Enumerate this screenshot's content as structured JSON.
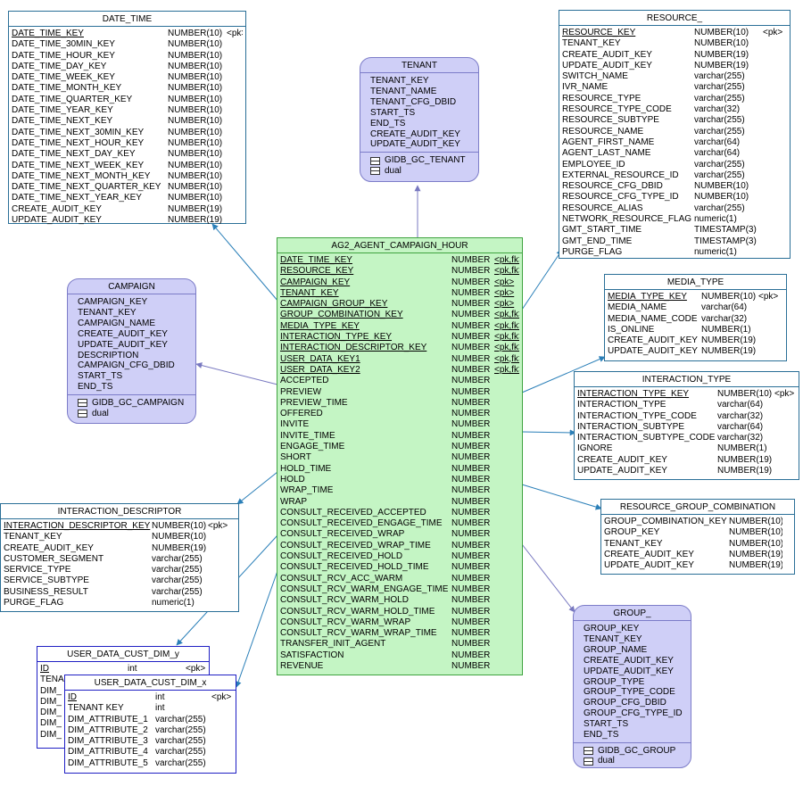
{
  "tables": {
    "date_time": {
      "title": "DATE_TIME",
      "columns": [
        {
          "name": "DATE_TIME_KEY",
          "type": "NUMBER(10)",
          "key": "<pk>"
        },
        {
          "name": "DATE_TIME_30MIN_KEY",
          "type": "NUMBER(10)",
          "key": ""
        },
        {
          "name": "DATE_TIME_HOUR_KEY",
          "type": "NUMBER(10)",
          "key": ""
        },
        {
          "name": "DATE_TIME_DAY_KEY",
          "type": "NUMBER(10)",
          "key": ""
        },
        {
          "name": "DATE_TIME_WEEK_KEY",
          "type": "NUMBER(10)",
          "key": ""
        },
        {
          "name": "DATE_TIME_MONTH_KEY",
          "type": "NUMBER(10)",
          "key": ""
        },
        {
          "name": "DATE_TIME_QUARTER_KEY",
          "type": "NUMBER(10)",
          "key": ""
        },
        {
          "name": "DATE_TIME_YEAR_KEY",
          "type": "NUMBER(10)",
          "key": ""
        },
        {
          "name": "DATE_TIME_NEXT_KEY",
          "type": "NUMBER(10)",
          "key": ""
        },
        {
          "name": "DATE_TIME_NEXT_30MIN_KEY",
          "type": "NUMBER(10)",
          "key": ""
        },
        {
          "name": "DATE_TIME_NEXT_HOUR_KEY",
          "type": "NUMBER(10)",
          "key": ""
        },
        {
          "name": "DATE_TIME_NEXT_DAY_KEY",
          "type": "NUMBER(10)",
          "key": ""
        },
        {
          "name": "DATE_TIME_NEXT_WEEK_KEY",
          "type": "NUMBER(10)",
          "key": ""
        },
        {
          "name": "DATE_TIME_NEXT_MONTH_KEY",
          "type": "NUMBER(10)",
          "key": ""
        },
        {
          "name": "DATE_TIME_NEXT_QUARTER_KEY",
          "type": "NUMBER(10)",
          "key": ""
        },
        {
          "name": "DATE_TIME_NEXT_YEAR_KEY",
          "type": "NUMBER(10)",
          "key": ""
        },
        {
          "name": "CREATE_AUDIT_KEY",
          "type": "NUMBER(19)",
          "key": ""
        },
        {
          "name": "UPDATE_AUDIT_KEY",
          "type": "NUMBER(19)",
          "key": ""
        }
      ]
    },
    "resource": {
      "title": "RESOURCE_",
      "columns": [
        {
          "name": "RESOURCE_KEY",
          "type": "NUMBER(10)",
          "key": "<pk>"
        },
        {
          "name": "TENANT_KEY",
          "type": "NUMBER(10)",
          "key": ""
        },
        {
          "name": "CREATE_AUDIT_KEY",
          "type": "NUMBER(19)",
          "key": ""
        },
        {
          "name": "UPDATE_AUDIT_KEY",
          "type": "NUMBER(19)",
          "key": ""
        },
        {
          "name": "SWITCH_NAME",
          "type": "varchar(255)",
          "key": ""
        },
        {
          "name": "IVR_NAME",
          "type": "varchar(255)",
          "key": ""
        },
        {
          "name": "RESOURCE_TYPE",
          "type": "varchar(255)",
          "key": ""
        },
        {
          "name": "RESOURCE_TYPE_CODE",
          "type": "varchar(32)",
          "key": ""
        },
        {
          "name": "RESOURCE_SUBTYPE",
          "type": "varchar(255)",
          "key": ""
        },
        {
          "name": "RESOURCE_NAME",
          "type": "varchar(255)",
          "key": ""
        },
        {
          "name": "AGENT_FIRST_NAME",
          "type": "varchar(64)",
          "key": ""
        },
        {
          "name": "AGENT_LAST_NAME",
          "type": "varchar(64)",
          "key": ""
        },
        {
          "name": "EMPLOYEE_ID",
          "type": "varchar(255)",
          "key": ""
        },
        {
          "name": "EXTERNAL_RESOURCE_ID",
          "type": "varchar(255)",
          "key": ""
        },
        {
          "name": "RESOURCE_CFG_DBID",
          "type": "NUMBER(10)",
          "key": ""
        },
        {
          "name": "RESOURCE_CFG_TYPE_ID",
          "type": "NUMBER(10)",
          "key": ""
        },
        {
          "name": "RESOURCE_ALIAS",
          "type": "varchar(255)",
          "key": ""
        },
        {
          "name": "NETWORK_RESOURCE_FLAG",
          "type": "numeric(1)",
          "key": ""
        },
        {
          "name": "GMT_START_TIME",
          "type": "TIMESTAMP(3)",
          "key": ""
        },
        {
          "name": "GMT_END_TIME",
          "type": "TIMESTAMP(3)",
          "key": ""
        },
        {
          "name": "PURGE_FLAG",
          "type": "numeric(1)",
          "key": ""
        }
      ]
    },
    "fact": {
      "title": "AG2_AGENT_CAMPAIGN_HOUR",
      "columns": [
        {
          "name": "DATE_TIME_KEY",
          "type": "NUMBER",
          "key": "<pk,fk>"
        },
        {
          "name": "RESOURCE_KEY",
          "type": "NUMBER",
          "key": "<pk,fk>"
        },
        {
          "name": "CAMPAIGN_KEY",
          "type": "NUMBER",
          "key": "<pk>"
        },
        {
          "name": "TENANT_KEY",
          "type": "NUMBER",
          "key": "<pk>"
        },
        {
          "name": "CAMPAIGN_GROUP_KEY",
          "type": "NUMBER",
          "key": "<pk>"
        },
        {
          "name": "GROUP_COMBINATION_KEY",
          "type": "NUMBER",
          "key": "<pk,fk>"
        },
        {
          "name": "MEDIA_TYPE_KEY",
          "type": "NUMBER",
          "key": "<pk,fk>"
        },
        {
          "name": "INTERACTION_TYPE_KEY",
          "type": "NUMBER",
          "key": "<pk,fk>"
        },
        {
          "name": "INTERACTION_DESCRIPTOR_KEY",
          "type": "NUMBER",
          "key": "<pk,fk>"
        },
        {
          "name": "USER_DATA_KEY1",
          "type": "NUMBER",
          "key": "<pk,fk>"
        },
        {
          "name": "USER_DATA_KEY2",
          "type": "NUMBER",
          "key": "<pk,fk>"
        },
        {
          "name": "ACCEPTED",
          "type": "NUMBER",
          "key": ""
        },
        {
          "name": "PREVIEW",
          "type": "NUMBER",
          "key": ""
        },
        {
          "name": "PREVIEW_TIME",
          "type": "NUMBER",
          "key": ""
        },
        {
          "name": "OFFERED",
          "type": "NUMBER",
          "key": ""
        },
        {
          "name": "INVITE",
          "type": "NUMBER",
          "key": ""
        },
        {
          "name": "INVITE_TIME",
          "type": "NUMBER",
          "key": ""
        },
        {
          "name": "ENGAGE_TIME",
          "type": "NUMBER",
          "key": ""
        },
        {
          "name": "SHORT",
          "type": "NUMBER",
          "key": ""
        },
        {
          "name": "HOLD_TIME",
          "type": "NUMBER",
          "key": ""
        },
        {
          "name": "HOLD",
          "type": "NUMBER",
          "key": ""
        },
        {
          "name": "WRAP_TIME",
          "type": "NUMBER",
          "key": ""
        },
        {
          "name": "WRAP",
          "type": "NUMBER",
          "key": ""
        },
        {
          "name": "CONSULT_RECEIVED_ACCEPTED",
          "type": "NUMBER",
          "key": ""
        },
        {
          "name": "CONSULT_RECEIVED_ENGAGE_TIME",
          "type": "NUMBER",
          "key": ""
        },
        {
          "name": "CONSULT_RECEIVED_WRAP",
          "type": "NUMBER",
          "key": ""
        },
        {
          "name": "CONSULT_RECEIVED_WRAP_TIME",
          "type": "NUMBER",
          "key": ""
        },
        {
          "name": "CONSULT_RECEIVED_HOLD",
          "type": "NUMBER",
          "key": ""
        },
        {
          "name": "CONSULT_RECEIVED_HOLD_TIME",
          "type": "NUMBER",
          "key": ""
        },
        {
          "name": "CONSULT_RCV_ACC_WARM",
          "type": "NUMBER",
          "key": ""
        },
        {
          "name": "CONSULT_RCV_WARM_ENGAGE_TIME",
          "type": "NUMBER",
          "key": ""
        },
        {
          "name": "CONSULT_RCV_WARM_HOLD",
          "type": "NUMBER",
          "key": ""
        },
        {
          "name": "CONSULT_RCV_WARM_HOLD_TIME",
          "type": "NUMBER",
          "key": ""
        },
        {
          "name": "CONSULT_RCV_WARM_WRAP",
          "type": "NUMBER",
          "key": ""
        },
        {
          "name": "CONSULT_RCV_WARM_WRAP_TIME",
          "type": "NUMBER",
          "key": ""
        },
        {
          "name": "TRANSFER_INIT_AGENT",
          "type": "NUMBER",
          "key": ""
        },
        {
          "name": "SATISFACTION",
          "type": "NUMBER",
          "key": ""
        },
        {
          "name": "REVENUE",
          "type": "NUMBER",
          "key": ""
        }
      ]
    },
    "media_type": {
      "title": "MEDIA_TYPE",
      "columns": [
        {
          "name": "MEDIA_TYPE_KEY",
          "type": "NUMBER(10)",
          "key": "<pk>"
        },
        {
          "name": "MEDIA_NAME",
          "type": "varchar(64)",
          "key": ""
        },
        {
          "name": "MEDIA_NAME_CODE",
          "type": "varchar(32)",
          "key": ""
        },
        {
          "name": "IS_ONLINE",
          "type": "NUMBER(1)",
          "key": ""
        },
        {
          "name": "CREATE_AUDIT_KEY",
          "type": "NUMBER(19)",
          "key": ""
        },
        {
          "name": "UPDATE_AUDIT_KEY",
          "type": "NUMBER(19)",
          "key": ""
        }
      ]
    },
    "interaction_type": {
      "title": "INTERACTION_TYPE",
      "columns": [
        {
          "name": "INTERACTION_TYPE_KEY",
          "type": "NUMBER(10)",
          "key": "<pk>"
        },
        {
          "name": "INTERACTION_TYPE",
          "type": "varchar(64)",
          "key": ""
        },
        {
          "name": "INTERACTION_TYPE_CODE",
          "type": "varchar(32)",
          "key": ""
        },
        {
          "name": "INTERACTION_SUBTYPE",
          "type": "varchar(64)",
          "key": ""
        },
        {
          "name": "INTERACTION_SUBTYPE_CODE",
          "type": "varchar(32)",
          "key": ""
        },
        {
          "name": "IGNORE",
          "type": "NUMBER(1)",
          "key": ""
        },
        {
          "name": "CREATE_AUDIT_KEY",
          "type": "NUMBER(19)",
          "key": ""
        },
        {
          "name": "UPDATE_AUDIT_KEY",
          "type": "NUMBER(19)",
          "key": ""
        }
      ]
    },
    "resource_group_combination": {
      "title": "RESOURCE_GROUP_COMBINATION",
      "columns": [
        {
          "name": "GROUP_COMBINATION_KEY",
          "type": "NUMBER(10)",
          "key": ""
        },
        {
          "name": "GROUP_KEY",
          "type": "NUMBER(10)",
          "key": ""
        },
        {
          "name": "TENANT_KEY",
          "type": "NUMBER(10)",
          "key": ""
        },
        {
          "name": "CREATE_AUDIT_KEY",
          "type": "NUMBER(19)",
          "key": ""
        },
        {
          "name": "UPDATE_AUDIT_KEY",
          "type": "NUMBER(19)",
          "key": ""
        }
      ]
    },
    "interaction_descriptor": {
      "title": "INTERACTION_DESCRIPTOR",
      "columns": [
        {
          "name": "INTERACTION_DESCRIPTOR_KEY",
          "type": "NUMBER(10)",
          "key": "<pk>"
        },
        {
          "name": "TENANT_KEY",
          "type": "NUMBER(10)",
          "key": ""
        },
        {
          "name": "CREATE_AUDIT_KEY",
          "type": "NUMBER(19)",
          "key": ""
        },
        {
          "name": "CUSTOMER_SEGMENT",
          "type": "varchar(255)",
          "key": ""
        },
        {
          "name": "SERVICE_TYPE",
          "type": "varchar(255)",
          "key": ""
        },
        {
          "name": "SERVICE_SUBTYPE",
          "type": "varchar(255)",
          "key": ""
        },
        {
          "name": "BUSINESS_RESULT",
          "type": "varchar(255)",
          "key": ""
        },
        {
          "name": "PURGE_FLAG",
          "type": "numeric(1)",
          "key": ""
        }
      ]
    },
    "user_data_y": {
      "title": "USER_DATA_CUST_DIM_y",
      "columns": [
        {
          "name": "ID",
          "type": "int",
          "key": "<pk>"
        },
        {
          "name": "TENA",
          "type": "",
          "key": ""
        },
        {
          "name": "DIM_",
          "type": "",
          "key": ""
        },
        {
          "name": "DIM_",
          "type": "",
          "key": ""
        },
        {
          "name": "DIM_",
          "type": "",
          "key": ""
        },
        {
          "name": "DIM_",
          "type": "",
          "key": ""
        },
        {
          "name": "DIM_",
          "type": "",
          "key": ""
        }
      ]
    },
    "user_data_x": {
      "title": "USER_DATA_CUST_DIM_x",
      "columns": [
        {
          "name": "ID",
          "type": "int",
          "key": "<pk>"
        },
        {
          "name": "TENANT KEY",
          "type": "int",
          "key": ""
        },
        {
          "name": "DIM_ATTRIBUTE_1",
          "type": "varchar(255)",
          "key": ""
        },
        {
          "name": "DIM_ATTRIBUTE_2",
          "type": "varchar(255)",
          "key": ""
        },
        {
          "name": "DIM_ATTRIBUTE_3",
          "type": "varchar(255)",
          "key": ""
        },
        {
          "name": "DIM_ATTRIBUTE_4",
          "type": "varchar(255)",
          "key": ""
        },
        {
          "name": "DIM_ATTRIBUTE_5",
          "type": "varchar(255)",
          "key": ""
        }
      ]
    }
  },
  "views": {
    "tenant": {
      "title": "TENANT",
      "columns": [
        "TENANT_KEY",
        "TENANT_NAME",
        "TENANT_CFG_DBID",
        "START_TS",
        "END_TS",
        "CREATE_AUDIT_KEY",
        "UPDATE_AUDIT_KEY"
      ],
      "sources": [
        "GIDB_GC_TENANT",
        "dual"
      ]
    },
    "campaign": {
      "title": "CAMPAIGN",
      "columns": [
        "CAMPAIGN_KEY",
        "TENANT_KEY",
        "CAMPAIGN_NAME",
        "CREATE_AUDIT_KEY",
        "UPDATE_AUDIT_KEY",
        "DESCRIPTION",
        "CAMPAIGN_CFG_DBID",
        "START_TS",
        "END_TS"
      ],
      "sources": [
        "GIDB_GC_CAMPAIGN",
        "dual"
      ]
    },
    "group": {
      "title": "GROUP_",
      "columns": [
        "GROUP_KEY",
        "TENANT_KEY",
        "GROUP_NAME",
        "CREATE_AUDIT_KEY",
        "UPDATE_AUDIT_KEY",
        "GROUP_TYPE",
        "GROUP_TYPE_CODE",
        "GROUP_CFG_DBID",
        "GROUP_CFG_TYPE_ID",
        "START_TS",
        "END_TS"
      ],
      "sources": [
        "GIDB_GC_GROUP",
        "dual"
      ]
    }
  },
  "colors": {
    "table_border": "#2a6f97",
    "fact_fill": "#c4f5c4",
    "view_fill": "#cfcff7",
    "link_blue": "#2a7fb8",
    "link_purple": "#7878c0"
  }
}
